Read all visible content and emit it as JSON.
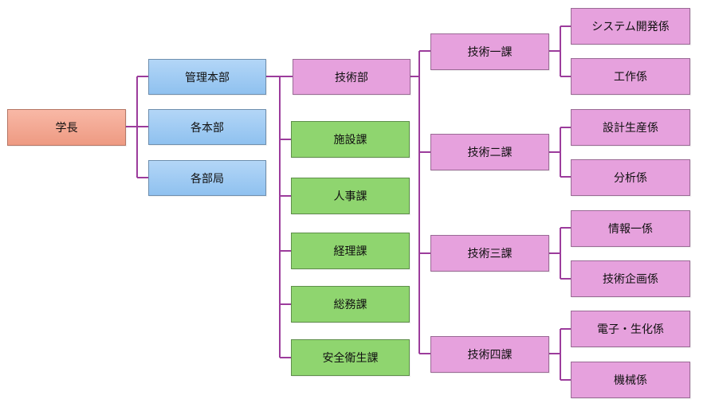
{
  "colors": {
    "connector": "#9c3c9c",
    "root": "#f2a58f",
    "division": "#a6cdf3",
    "technical": "#e6a1dd",
    "section": "#8fd56f"
  },
  "nodes": {
    "root": "学長",
    "kanri_honbu": "管理本部",
    "kaku_honbu": "各本部",
    "kaku_bukyoku": "各部局",
    "gijutsubu": "技術部",
    "shisetsu": "施設課",
    "jinji": "人事課",
    "keiri": "経理課",
    "somu": "総務課",
    "anzen": "安全衛生課",
    "gijutsu1": "技術一課",
    "gijutsu2": "技術二課",
    "gijutsu3": "技術三課",
    "gijutsu4": "技術四課",
    "system": "システム開発係",
    "kosaku": "工作係",
    "sekkei": "設計生産係",
    "bunseki": "分析係",
    "joho": "情報一係",
    "kikaku": "技術企画係",
    "denshi": "電子・生化係",
    "kikai": "機械係"
  }
}
